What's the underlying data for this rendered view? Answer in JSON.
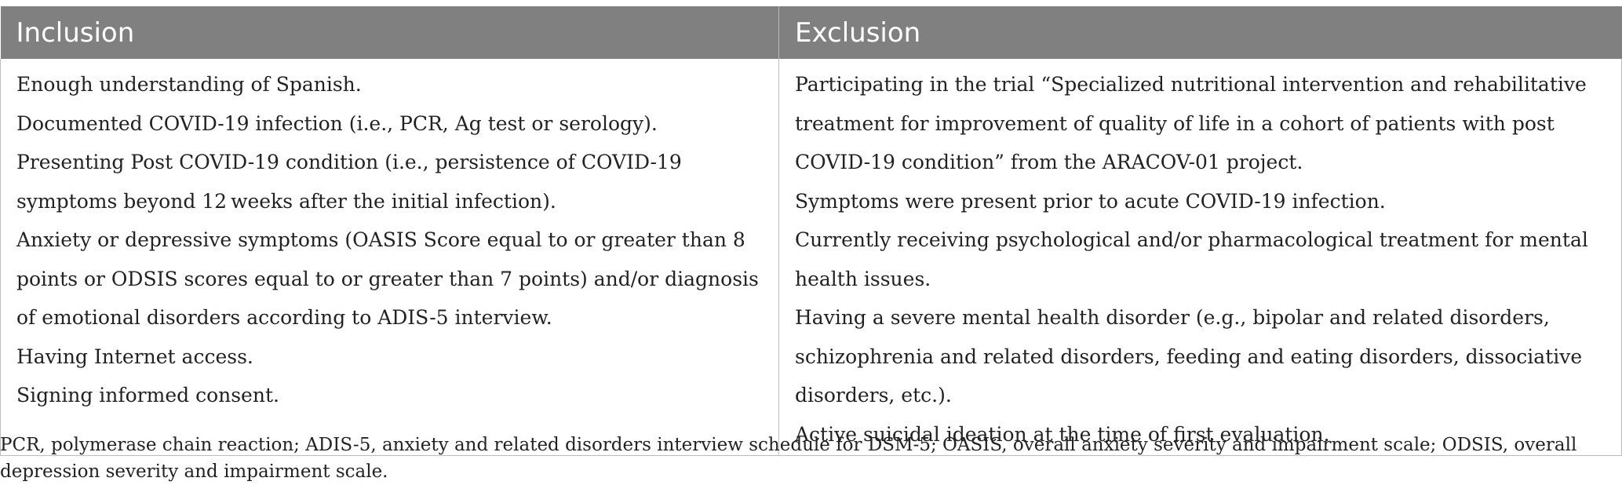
{
  "table": {
    "headers": [
      "Inclusion",
      "Exclusion"
    ],
    "inclusion_items": [
      "Enough understanding of Spanish.",
      "Documented COVID-19 infection (i.e., PCR, Ag test or serology).",
      "Presenting Post COVID-19 condition (i.e., persistence of COVID-19 symptoms beyond 12 weeks after the initial infection).",
      "Anxiety or depressive symptoms (OASIS Score equal to or greater than 8 points or ODSIS scores equal to or greater than 7 points) and/or diagnosis of emotional disorders according to ADIS-5 interview.",
      "Having Internet access.",
      "Signing informed consent."
    ],
    "exclusion_items": [
      "Participating in the trial “Specialized nutritional intervention and rehabilitative treatment for improvement of quality of life in a cohort of patients with post COVID-19 condition” from the ARACOV-01 project.",
      "Symptoms were present prior to acute COVID-19 infection.",
      "Currently receiving psychological and/or pharmacological treatment for mental health issues.",
      "Having a severe mental health disorder (e.g., bipolar and related disorders, schizophrenia and related disorders, feeding and eating disorders, dissociative disorders, etc.).",
      "Active suicidal ideation at the time of first evaluation."
    ]
  },
  "footnote": "PCR, polymerase chain reaction; ADIS-5, anxiety and related disorders interview schedule for DSM-5; OASIS, overall anxiety severity and impairment scale; ODSIS, overall depression severity and impairment scale.",
  "colors": {
    "header_bg": "#808080",
    "header_text": "#ffffff",
    "border": "#bdbdbd"
  }
}
